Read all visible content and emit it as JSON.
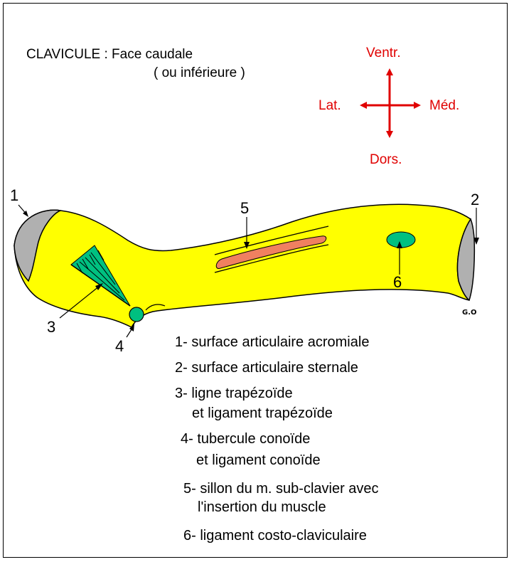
{
  "title": {
    "line1": "CLAVICULE : Face caudale",
    "line2": "( ou inférieure )"
  },
  "compass": {
    "up": "Ventr.",
    "down": "Dors.",
    "left": "Lat.",
    "right": "Méd.",
    "color": "#e00000"
  },
  "markers": [
    "1",
    "2",
    "3",
    "4",
    "5",
    "6"
  ],
  "legend": [
    "1- surface articulaire acromiale",
    "2- surface articulaire sternale",
    "3- ligne trapézoïde",
    "et ligament trapézoïde",
    "4- tubercule conoïde",
    "et ligament conoïde",
    "5- sillon du m. sub-clavier avec",
    "l'insertion du muscle",
    "6- ligament costo-claviculaire"
  ],
  "signature": "G.O",
  "colors": {
    "bone": "#ffff00",
    "articular": "#b0b0b0",
    "ligament": "#00c080",
    "muscle": "#f08060"
  }
}
